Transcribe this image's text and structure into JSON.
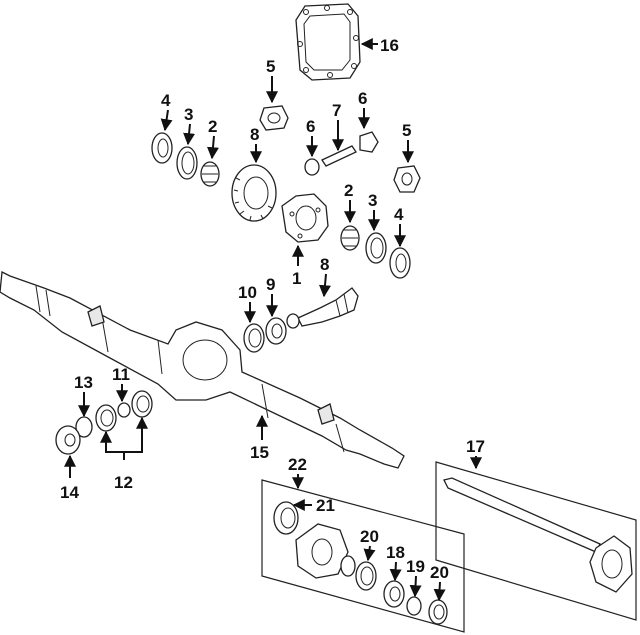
{
  "callouts": {
    "c1": "1",
    "c2a": "2",
    "c2b": "2",
    "c3a": "3",
    "c3b": "3",
    "c4a": "4",
    "c4b": "4",
    "c5a": "5",
    "c5b": "5",
    "c6a": "6",
    "c6b": "6",
    "c7": "7",
    "c8a": "8",
    "c8b": "8",
    "c9": "9",
    "c10": "10",
    "c11": "11",
    "c12": "12",
    "c13": "13",
    "c14": "14",
    "c15": "15",
    "c16": "16",
    "c17": "17",
    "c18": "18",
    "c19": "19",
    "c20a": "20",
    "c20b": "20",
    "c21": "21",
    "c22": "22"
  },
  "colors": {
    "line": "#222222",
    "background": "#ffffff"
  },
  "icons": [
    "arrow-icon"
  ]
}
